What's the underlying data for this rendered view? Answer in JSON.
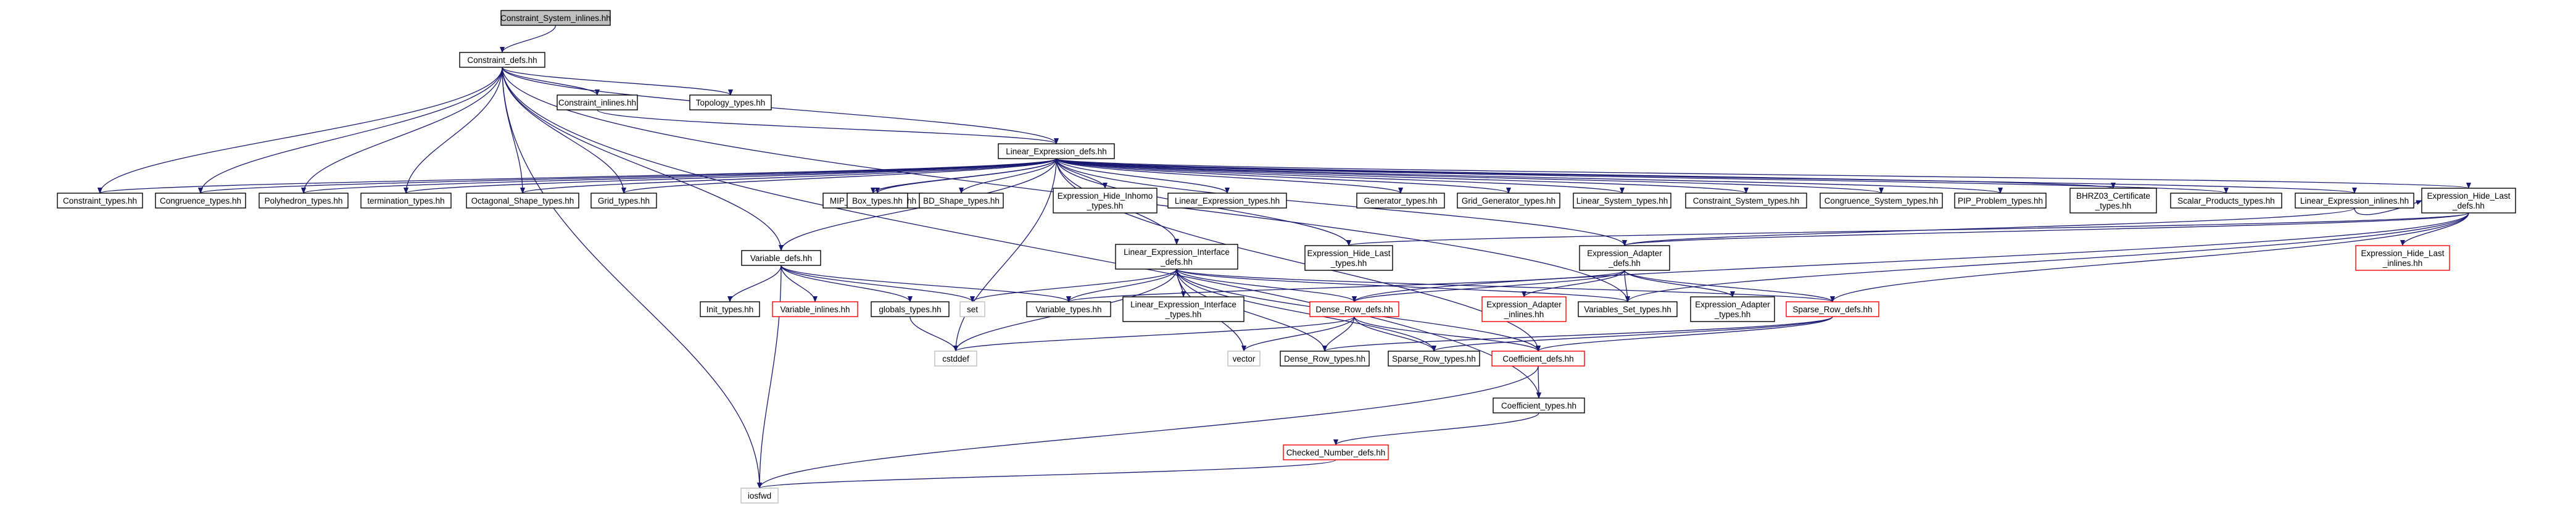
{
  "colors": {
    "edge": "#191970",
    "node_fill": "#ffffff",
    "root_fill": "#bfbfbf",
    "border_normal": "#000000",
    "border_incomplete": "#ff0000",
    "border_system": "#bfbfbf"
  },
  "nodes": [
    {
      "id": "root",
      "label": "Constraint_System_inlines.hh",
      "kind": "root"
    },
    {
      "id": "cdefs",
      "label": "Constraint_defs.hh",
      "kind": "normal"
    },
    {
      "id": "cinl",
      "label": "Constraint_inlines.hh",
      "kind": "normal"
    },
    {
      "id": "topo",
      "label": "Topology_types.hh",
      "kind": "normal"
    },
    {
      "id": "led",
      "label": "Linear_Expression_defs.hh",
      "kind": "normal"
    },
    {
      "id": "ct",
      "label": "Constraint_types.hh",
      "kind": "normal"
    },
    {
      "id": "cgt",
      "label": "Congruence_types.hh",
      "kind": "normal"
    },
    {
      "id": "pht",
      "label": "Polyhedron_types.hh",
      "kind": "normal"
    },
    {
      "id": "tt",
      "label": "termination_types.hh",
      "kind": "normal"
    },
    {
      "id": "ost",
      "label": "Octagonal_Shape_types.hh",
      "kind": "normal"
    },
    {
      "id": "gt",
      "label": "Grid_types.hh",
      "kind": "normal"
    },
    {
      "id": "mip",
      "label": "MIP_Problem_types.hh",
      "kind": "normal"
    },
    {
      "id": "box",
      "label": "Box_types.hh",
      "kind": "normal"
    },
    {
      "id": "bds",
      "label": "BD_Shape_types.hh",
      "kind": "normal"
    },
    {
      "id": "ehit",
      "label": "Expression_Hide_Inhomo\n_types.hh",
      "kind": "normal"
    },
    {
      "id": "let",
      "label": "Linear_Expression_types.hh",
      "kind": "normal"
    },
    {
      "id": "gent",
      "label": "Generator_types.hh",
      "kind": "normal"
    },
    {
      "id": "ggt",
      "label": "Grid_Generator_types.hh",
      "kind": "normal"
    },
    {
      "id": "lst",
      "label": "Linear_System_types.hh",
      "kind": "normal"
    },
    {
      "id": "cst",
      "label": "Constraint_System_types.hh",
      "kind": "normal"
    },
    {
      "id": "cgst",
      "label": "Congruence_System_types.hh",
      "kind": "normal"
    },
    {
      "id": "pipt",
      "label": "PIP_Problem_types.hh",
      "kind": "normal"
    },
    {
      "id": "bhrz",
      "label": "BHRZ03_Certificate\n_types.hh",
      "kind": "normal"
    },
    {
      "id": "spt",
      "label": "Scalar_Products_types.hh",
      "kind": "normal"
    },
    {
      "id": "lei",
      "label": "Linear_Expression_inlines.hh",
      "kind": "normal"
    },
    {
      "id": "ehld",
      "label": "Expression_Hide_Last\n_defs.hh",
      "kind": "normal"
    },
    {
      "id": "vdefs",
      "label": "Variable_defs.hh",
      "kind": "normal"
    },
    {
      "id": "leid",
      "label": "Linear_Expression_Interface\n_defs.hh",
      "kind": "normal"
    },
    {
      "id": "ehlt",
      "label": "Expression_Hide_Last\n_types.hh",
      "kind": "normal"
    },
    {
      "id": "ead",
      "label": "Expression_Adapter\n_defs.hh",
      "kind": "normal"
    },
    {
      "id": "ehli",
      "label": "Expression_Hide_Last\n_inlines.hh",
      "kind": "incomplete"
    },
    {
      "id": "it",
      "label": "Init_types.hh",
      "kind": "normal"
    },
    {
      "id": "vinl",
      "label": "Variable_inlines.hh",
      "kind": "incomplete"
    },
    {
      "id": "glt",
      "label": "globals_types.hh",
      "kind": "normal"
    },
    {
      "id": "set",
      "label": "set",
      "kind": "system"
    },
    {
      "id": "vt",
      "label": "Variable_types.hh",
      "kind": "normal"
    },
    {
      "id": "leit",
      "label": "Linear_Expression_Interface\n_types.hh",
      "kind": "normal"
    },
    {
      "id": "eai",
      "label": "Expression_Adapter\n_inlines.hh",
      "kind": "incomplete"
    },
    {
      "id": "vst",
      "label": "Variables_Set_types.hh",
      "kind": "normal"
    },
    {
      "id": "eat",
      "label": "Expression_Adapter\n_types.hh",
      "kind": "normal"
    },
    {
      "id": "srd",
      "label": "Sparse_Row_defs.hh",
      "kind": "incomplete"
    },
    {
      "id": "drd",
      "label": "Dense_Row_defs.hh",
      "kind": "incomplete"
    },
    {
      "id": "vec",
      "label": "vector",
      "kind": "system"
    },
    {
      "id": "cstddef",
      "label": "cstddef",
      "kind": "system"
    },
    {
      "id": "drt",
      "label": "Dense_Row_types.hh",
      "kind": "normal"
    },
    {
      "id": "srt",
      "label": "Sparse_Row_types.hh",
      "kind": "normal"
    },
    {
      "id": "cod",
      "label": "Coefficient_defs.hh",
      "kind": "incomplete"
    },
    {
      "id": "cot",
      "label": "Coefficient_types.hh",
      "kind": "normal"
    },
    {
      "id": "cnd",
      "label": "Checked_Number_defs.hh",
      "kind": "incomplete"
    },
    {
      "id": "iosfwd",
      "label": "iosfwd",
      "kind": "system"
    }
  ],
  "edges": [
    [
      "root",
      "cdefs"
    ],
    [
      "cdefs",
      "cinl"
    ],
    [
      "cdefs",
      "topo"
    ],
    [
      "cdefs",
      "led"
    ],
    [
      "cdefs",
      "ct"
    ],
    [
      "cdefs",
      "cgt"
    ],
    [
      "cdefs",
      "pht"
    ],
    [
      "cdefs",
      "tt"
    ],
    [
      "cdefs",
      "ost"
    ],
    [
      "cdefs",
      "gt"
    ],
    [
      "cdefs",
      "vdefs"
    ],
    [
      "cdefs",
      "iosfwd"
    ],
    [
      "cdefs",
      "vst"
    ],
    [
      "cdefs",
      "cot"
    ],
    [
      "cinl",
      "led"
    ],
    [
      "led",
      "ct"
    ],
    [
      "led",
      "cgt"
    ],
    [
      "led",
      "pht"
    ],
    [
      "led",
      "tt"
    ],
    [
      "led",
      "ost"
    ],
    [
      "led",
      "gt"
    ],
    [
      "led",
      "mip"
    ],
    [
      "led",
      "box"
    ],
    [
      "led",
      "bds"
    ],
    [
      "led",
      "ehit"
    ],
    [
      "led",
      "let"
    ],
    [
      "led",
      "gent"
    ],
    [
      "led",
      "ggt"
    ],
    [
      "led",
      "lst"
    ],
    [
      "led",
      "cst"
    ],
    [
      "led",
      "cgst"
    ],
    [
      "led",
      "pipt"
    ],
    [
      "led",
      "bhrz"
    ],
    [
      "led",
      "spt"
    ],
    [
      "led",
      "lei"
    ],
    [
      "led",
      "ehld"
    ],
    [
      "led",
      "vdefs"
    ],
    [
      "led",
      "leid"
    ],
    [
      "led",
      "ehlt"
    ],
    [
      "led",
      "ead"
    ],
    [
      "led",
      "cstddef"
    ],
    [
      "led",
      "cod"
    ],
    [
      "lei",
      "ehld"
    ],
    [
      "lei",
      "ead"
    ],
    [
      "ehld",
      "ehlt"
    ],
    [
      "ehld",
      "ead"
    ],
    [
      "ehld",
      "ehli"
    ],
    [
      "ehld",
      "vst"
    ],
    [
      "ehld",
      "srd"
    ],
    [
      "ehld",
      "drd"
    ],
    [
      "vdefs",
      "it"
    ],
    [
      "vdefs",
      "vinl"
    ],
    [
      "vdefs",
      "glt"
    ],
    [
      "vdefs",
      "set"
    ],
    [
      "vdefs",
      "vt"
    ],
    [
      "vdefs",
      "iosfwd"
    ],
    [
      "glt",
      "cstddef"
    ],
    [
      "leid",
      "vt"
    ],
    [
      "leid",
      "leit"
    ],
    [
      "leid",
      "cod"
    ],
    [
      "leid",
      "vst"
    ],
    [
      "leid",
      "drd"
    ],
    [
      "leid",
      "srd"
    ],
    [
      "leid",
      "set"
    ],
    [
      "leid",
      "cstddef"
    ],
    [
      "leid",
      "vec"
    ],
    [
      "leid",
      "drt"
    ],
    [
      "leid",
      "srt"
    ],
    [
      "ead",
      "vt"
    ],
    [
      "ead",
      "eai"
    ],
    [
      "ead",
      "vst"
    ],
    [
      "ead",
      "eat"
    ],
    [
      "ead",
      "srd"
    ],
    [
      "ead",
      "drd"
    ],
    [
      "srd",
      "srt"
    ],
    [
      "srd",
      "drt"
    ],
    [
      "srd",
      "cod"
    ],
    [
      "drd",
      "vec"
    ],
    [
      "drd",
      "cstddef"
    ],
    [
      "drd",
      "drt"
    ],
    [
      "drd",
      "srt"
    ],
    [
      "drd",
      "cod"
    ],
    [
      "cod",
      "cot"
    ],
    [
      "cod",
      "iosfwd"
    ],
    [
      "cot",
      "cnd"
    ],
    [
      "cnd",
      "iosfwd"
    ]
  ]
}
